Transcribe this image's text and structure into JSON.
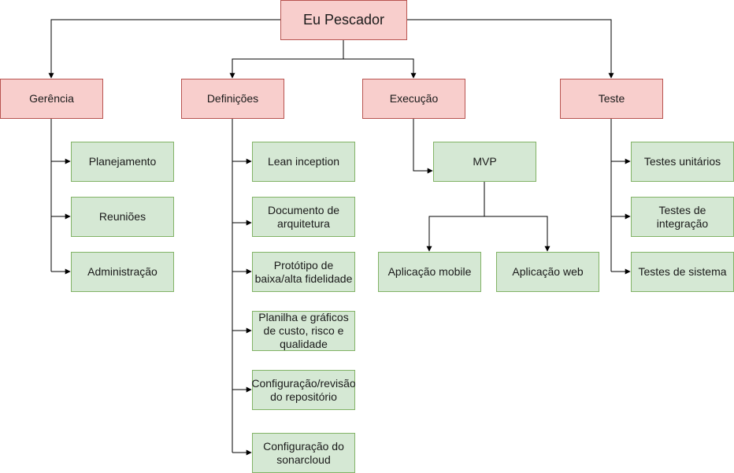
{
  "diagram": {
    "root": "Eu Pescador",
    "categories": {
      "gerencia": "Gerência",
      "definicoes": "Definições",
      "execucao": "Execução",
      "teste": "Teste"
    },
    "gerencia_items": [
      "Planejamento",
      "Reuniões",
      "Administração"
    ],
    "definicoes_items": [
      "Lean inception",
      "Documento de\narquitetura",
      "Protótipo de\nbaixa/alta fidelidade",
      "Planilha e gráficos\nde custo, risco e\nqualidade",
      "Configuração/revisão\ndo repositório",
      "Configuração do\nsonarcloud"
    ],
    "execucao": {
      "mvp": "MVP",
      "children": [
        "Aplicação mobile",
        "Aplicação web"
      ]
    },
    "teste_items": [
      "Testes unitários",
      "Testes de\nintegração",
      "Testes de sistema"
    ]
  },
  "colors": {
    "primary_fill": "#f8cecc",
    "primary_stroke": "#b85450",
    "secondary_fill": "#d5e8d4",
    "secondary_stroke": "#82b366",
    "connector": "#000000"
  }
}
